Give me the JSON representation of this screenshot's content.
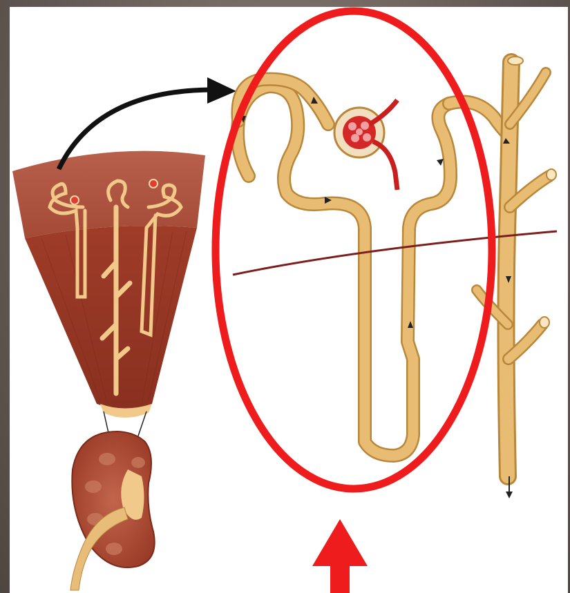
{
  "figure": {
    "subject": "nephron",
    "colors": {
      "background": "#6e625c",
      "panel": "#ffffff",
      "tubule": "#e3b466",
      "tubule_edge": "#b9873a",
      "cortex": "#b5533f",
      "medulla": "#9c3a26",
      "highlight_ring": "#ee1c1c",
      "pointer_arrow": "#ee1c1c",
      "vessel": "#d42828",
      "boundary_line": "#7d1e1e"
    },
    "icons": {
      "overview_arrow": "curved-arrow",
      "pointer": "up-arrow",
      "flow_markers": "small-arrow"
    }
  }
}
